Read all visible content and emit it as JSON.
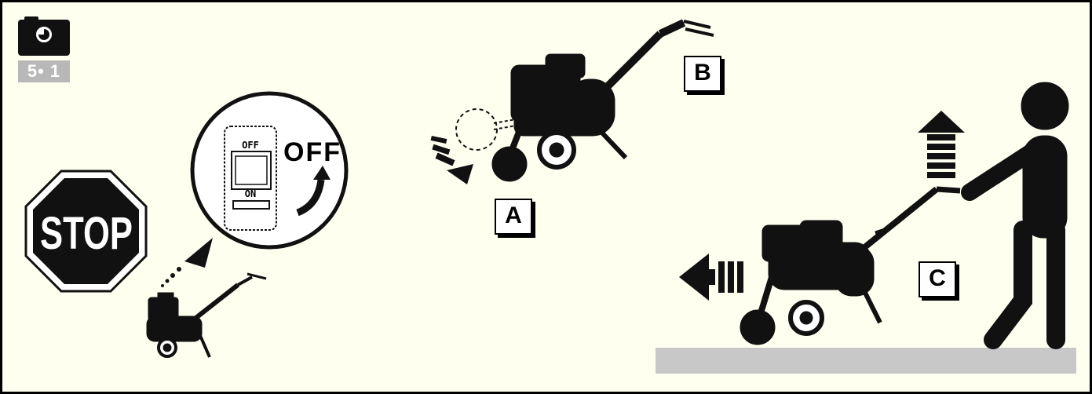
{
  "badge": {
    "number": "5• 1"
  },
  "stop_sign": {
    "text": "STOP"
  },
  "switch": {
    "off_label": "OFF",
    "on_label": "ON",
    "direction_label": "OFF"
  },
  "callouts": {
    "a": "A",
    "b": "B",
    "c": "C"
  },
  "colors": {
    "background": "#fffff0",
    "ground": "#c8c8c8",
    "badge": "#b8b8b8",
    "ink": "#000000"
  }
}
